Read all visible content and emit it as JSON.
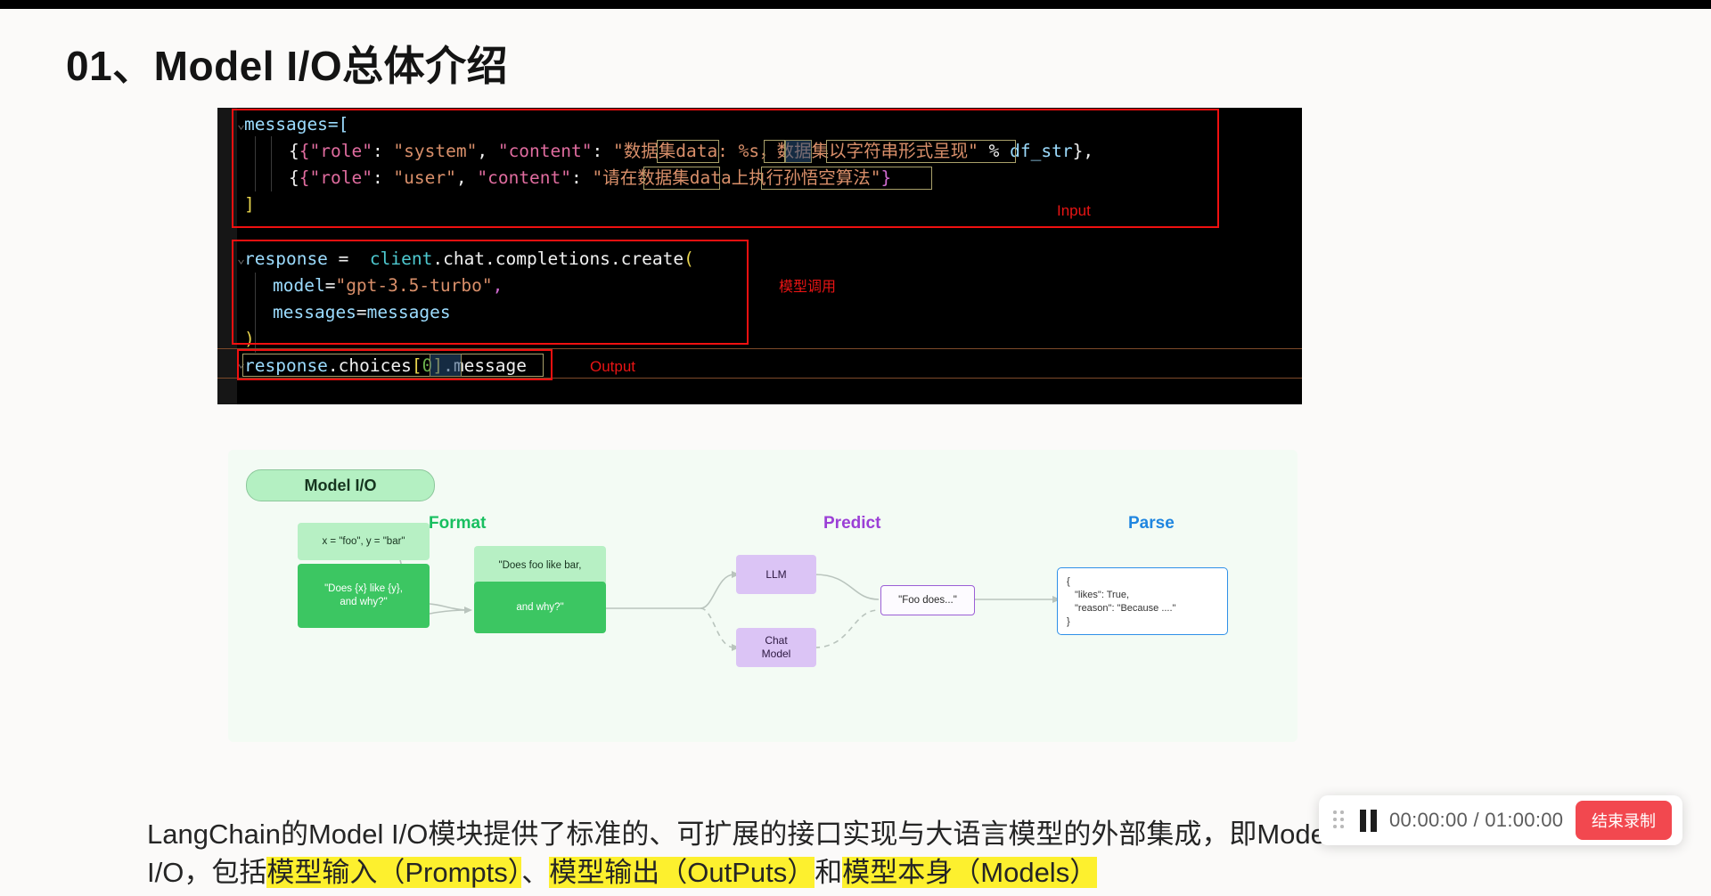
{
  "slide": {
    "title": "01、Model I/O总体介绍"
  },
  "code_block": {
    "input_label": "Input",
    "model_call_label": "模型调用",
    "output_label": "Output",
    "lines": {
      "l1": "messages=[",
      "l2_a": "{\"role\"",
      "l2_b": ": ",
      "l2_c": "\"system\"",
      "l2_d": ", ",
      "l2_e": "\"content\"",
      "l2_f": ": ",
      "l2_g": "\"数据集data: %s，数据集以字符串形式呈现\"",
      "l2_h": " % ",
      "l2_i": "df_str",
      "l2_j": "},",
      "l3_a": "{\"role\"",
      "l3_c": "\"user\"",
      "l3_e": "\"content\"",
      "l3_g": "\"请在数据集data上执行孙悟空算法\"",
      "l3_j": "}",
      "l4": "]",
      "l5_a": "response",
      "l5_b": " =  ",
      "l5_c": "client",
      "l5_d": ".chat.completions.create",
      "l5_e": "(",
      "l6_a": "model",
      "l6_b": "=",
      "l6_c": "\"gpt-3.5-turbo\"",
      "l6_d": ",",
      "l7_a": "messages",
      "l7_b": "=",
      "l7_c": "messages",
      "l8": ")",
      "l9_a": "response",
      "l9_b": ".choices",
      "l9_c": "[",
      "l9_d": "0",
      "l9_e": "]",
      "l9_f": ".message"
    }
  },
  "diagram": {
    "badge": "Model I/O",
    "sections": {
      "format": "Format",
      "predict": "Predict",
      "parse": "Parse"
    },
    "format": {
      "vars_box": "x = \"foo\", y = \"bar\"",
      "template_box_l1": "\"Does {x} like {y},",
      "template_box_l2": "and why?\"",
      "rendered_l1": "\"Does foo like bar,",
      "rendered_l2": "and why?\""
    },
    "predict": {
      "llm": "LLM",
      "chat_model_l1": "Chat",
      "chat_model_l2": "Model",
      "foo_does": "\"Foo does...\""
    },
    "parse": {
      "l1": "{",
      "l2": "\"likes\": True,",
      "l3": "\"reason\": \"Because ....\"",
      "l4": "}"
    },
    "colors": {
      "format": "#18bf60",
      "predict": "#9b3fd6",
      "parse": "#1f86e0",
      "green_fill": "#3cc662",
      "mint_fill": "#b7f0c4",
      "purple_fill": "#dbc4f5"
    }
  },
  "paragraph": {
    "line1_a": "LangChain的Model I/O模块提供了标准的、可扩展的接口实现与大语言模型的外部集成，即Model",
    "line2_a": "I/O，包括",
    "line2_hl1": "模型输入（Prompts）",
    "line2_b": "、",
    "line2_hl2": "模型输出（OutPuts）",
    "line2_c": "和",
    "line2_hl3": "模型本身（Models）"
  },
  "recorder": {
    "time": "00:00:00 / 01:00:00",
    "stop_label": "结束录制"
  }
}
